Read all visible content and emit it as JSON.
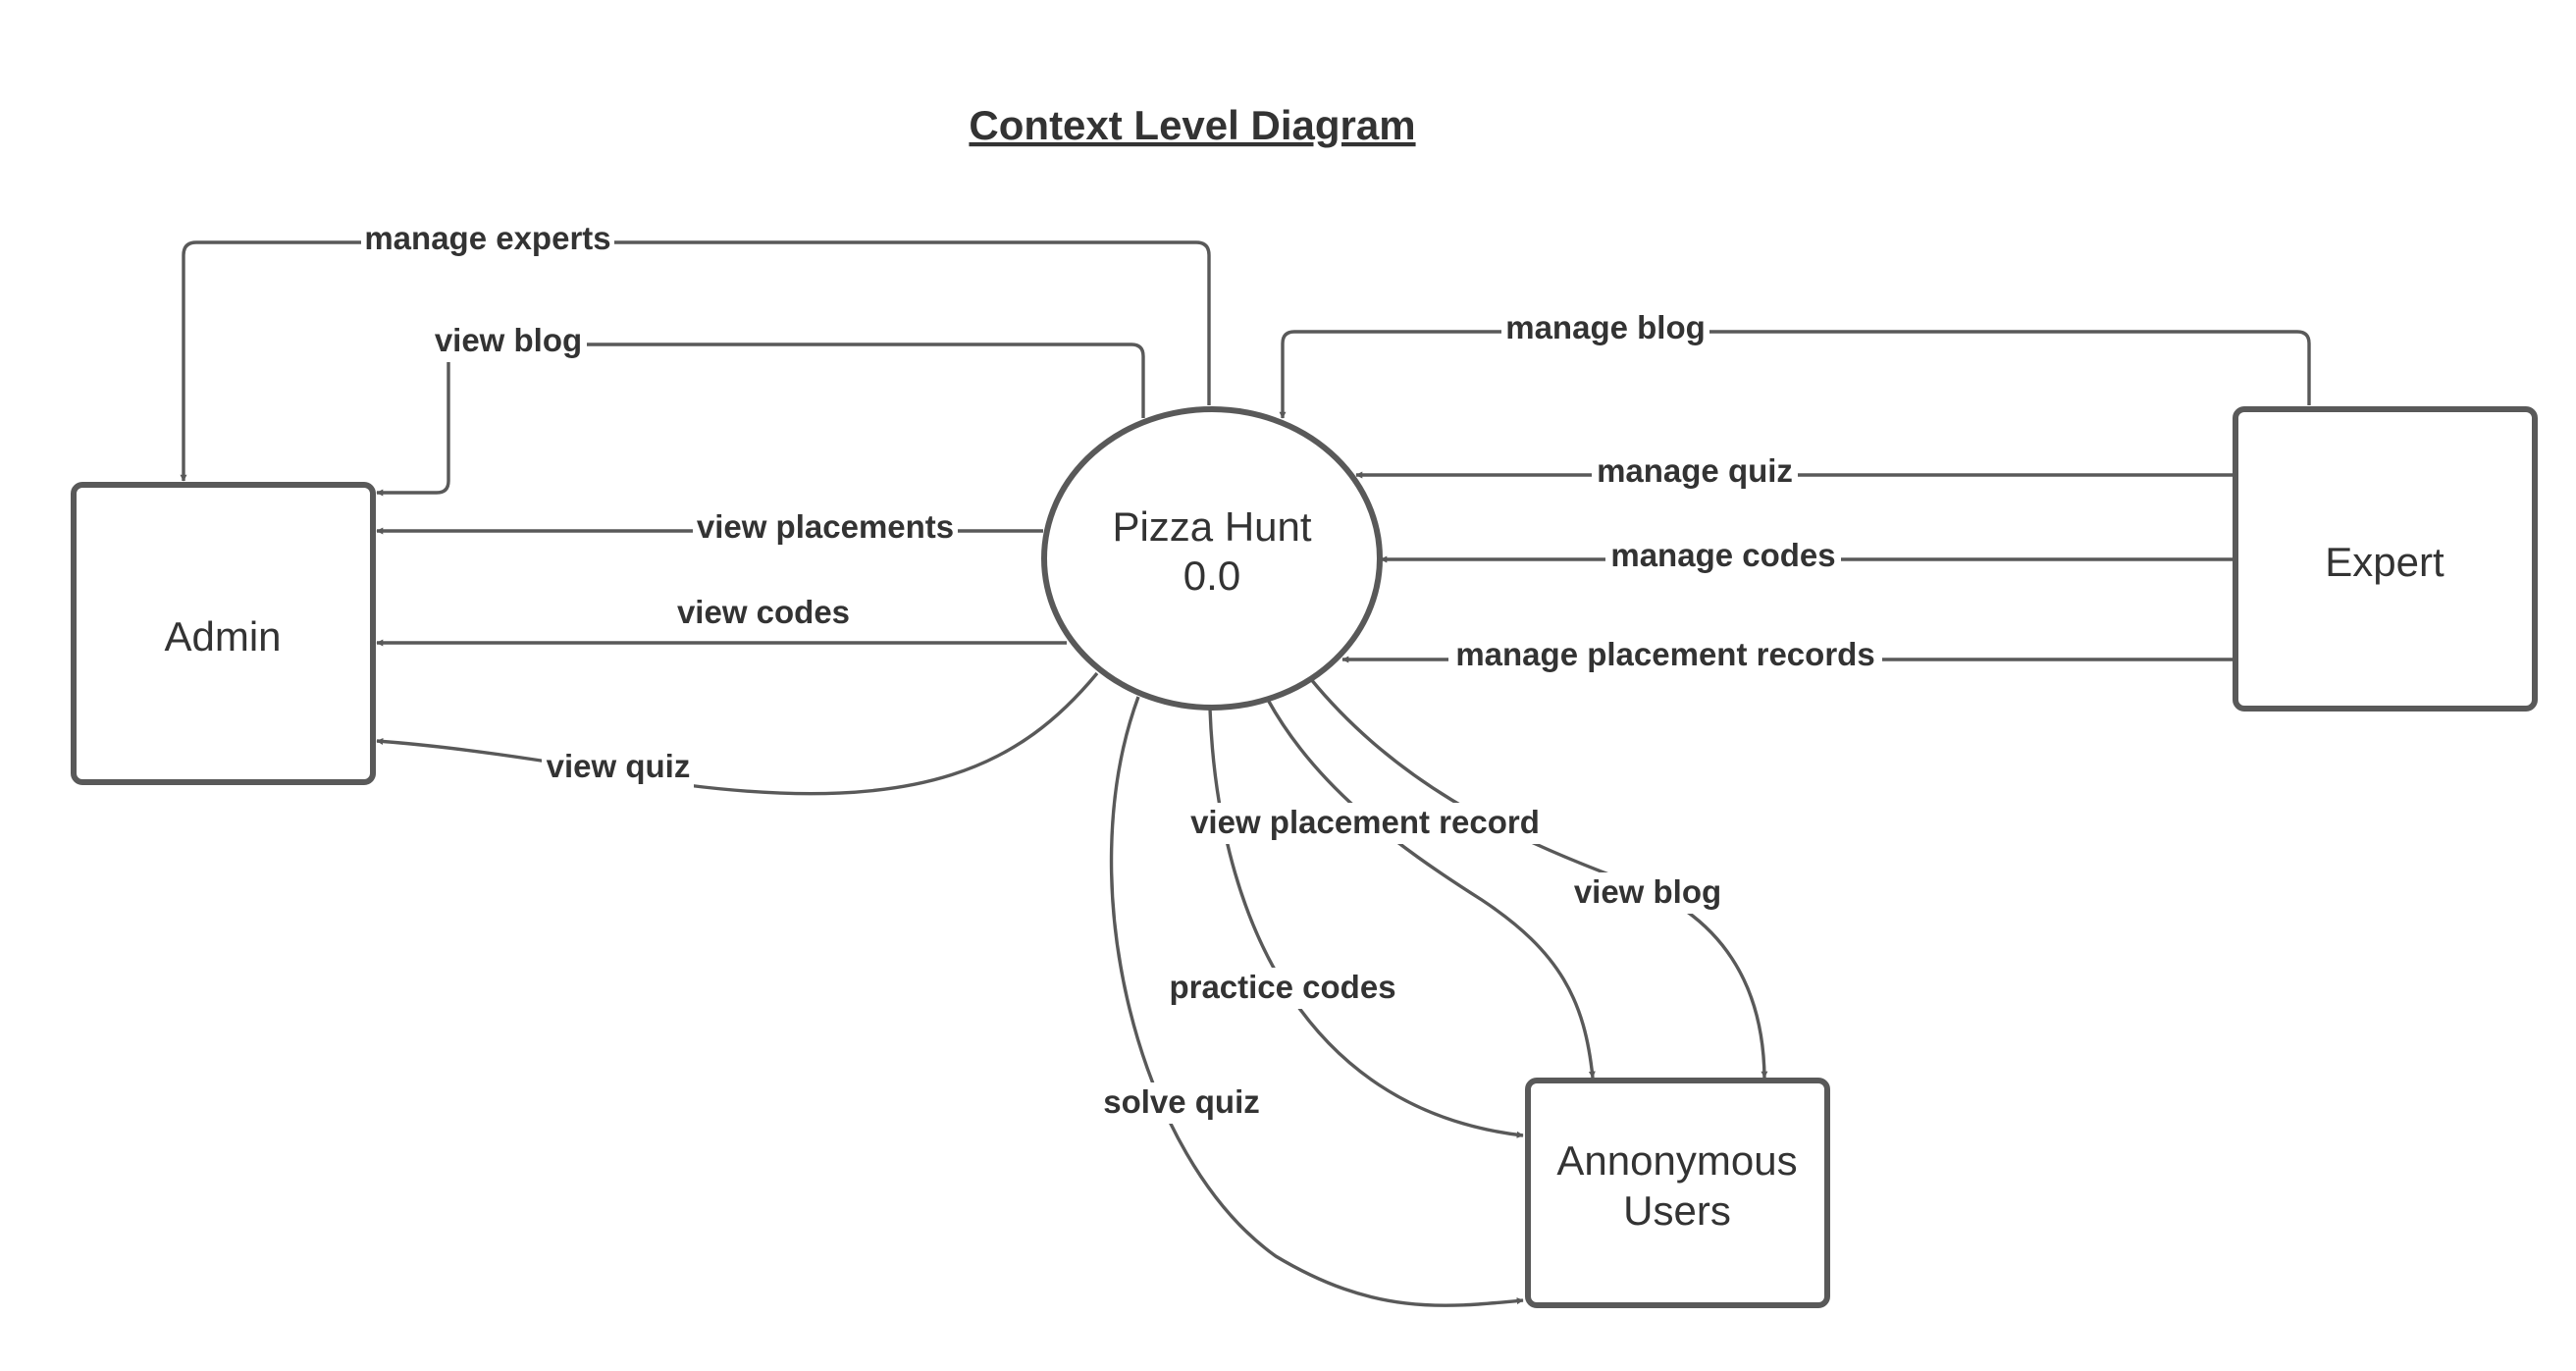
{
  "title": "Context Level Diagram",
  "colors": {
    "line": "#595959",
    "text": "#333333",
    "background": "#ffffff"
  },
  "process": {
    "name_line1": "Pizza Hunt",
    "name_line2": "0.0"
  },
  "entities": {
    "admin": "Admin",
    "expert": "Expert",
    "anonymous_line1": "Annonymous",
    "anonymous_line2": "Users"
  },
  "flows": {
    "manage_experts": "manage experts",
    "view_blog_admin": "view blog",
    "view_placements": "view placements",
    "view_codes": "view codes",
    "view_quiz": "view quiz",
    "manage_blog": "manage blog",
    "manage_quiz": "manage quiz",
    "manage_codes": "manage codes",
    "manage_placement_records": "manage placement records",
    "view_placement_record": "view placement record",
    "view_blog_users": "view blog",
    "practice_codes": "practice codes",
    "solve_quiz": "solve quiz"
  }
}
